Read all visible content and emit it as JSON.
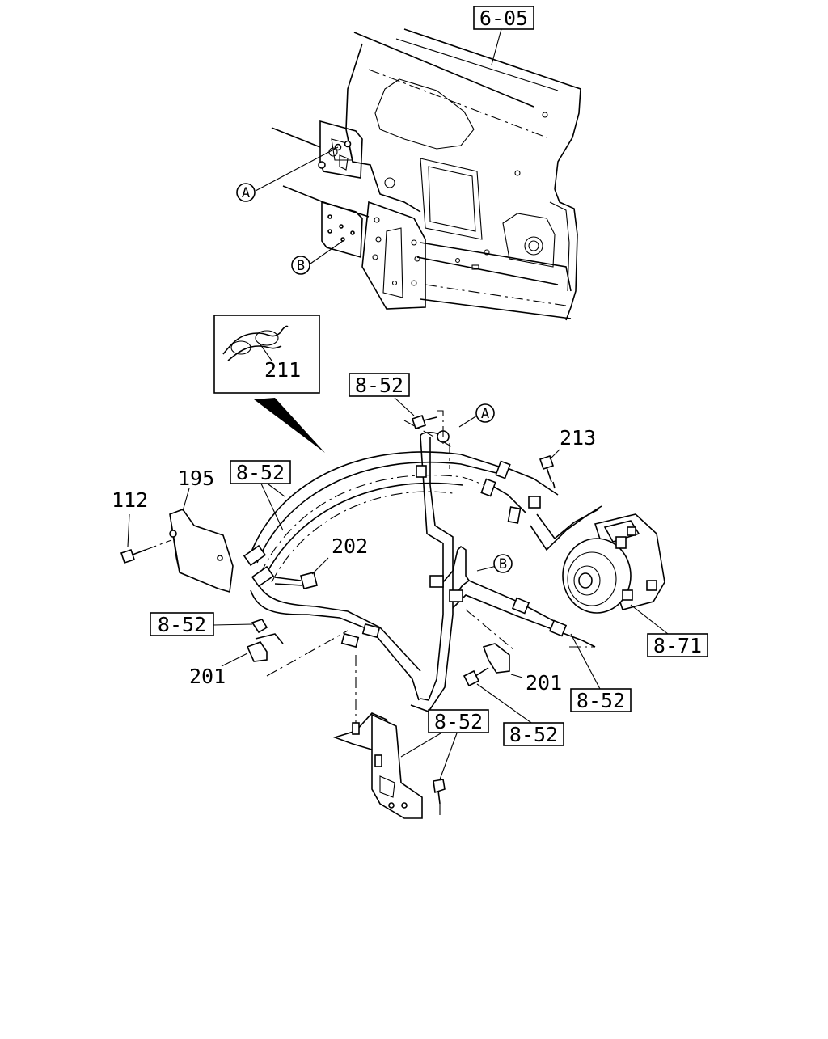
{
  "diagram": {
    "references": {
      "ref_6_05": "6-05",
      "ref_8_52_top": "8-52",
      "ref_8_52_hose": "8-52",
      "ref_8_52_left": "8-52",
      "ref_8_52_right": "8-52",
      "ref_8_52_lower": "8-52",
      "ref_8_52_bracket": "8-52",
      "ref_8_71": "8-71"
    },
    "parts": {
      "p211": "211",
      "p195": "195",
      "p112": "112",
      "p202": "202",
      "p213": "213",
      "p201_left": "201",
      "p201_right": "201"
    },
    "callouts": {
      "a_top": "A",
      "b_top": "B",
      "a_hose": "A",
      "b_hose": "B"
    }
  }
}
